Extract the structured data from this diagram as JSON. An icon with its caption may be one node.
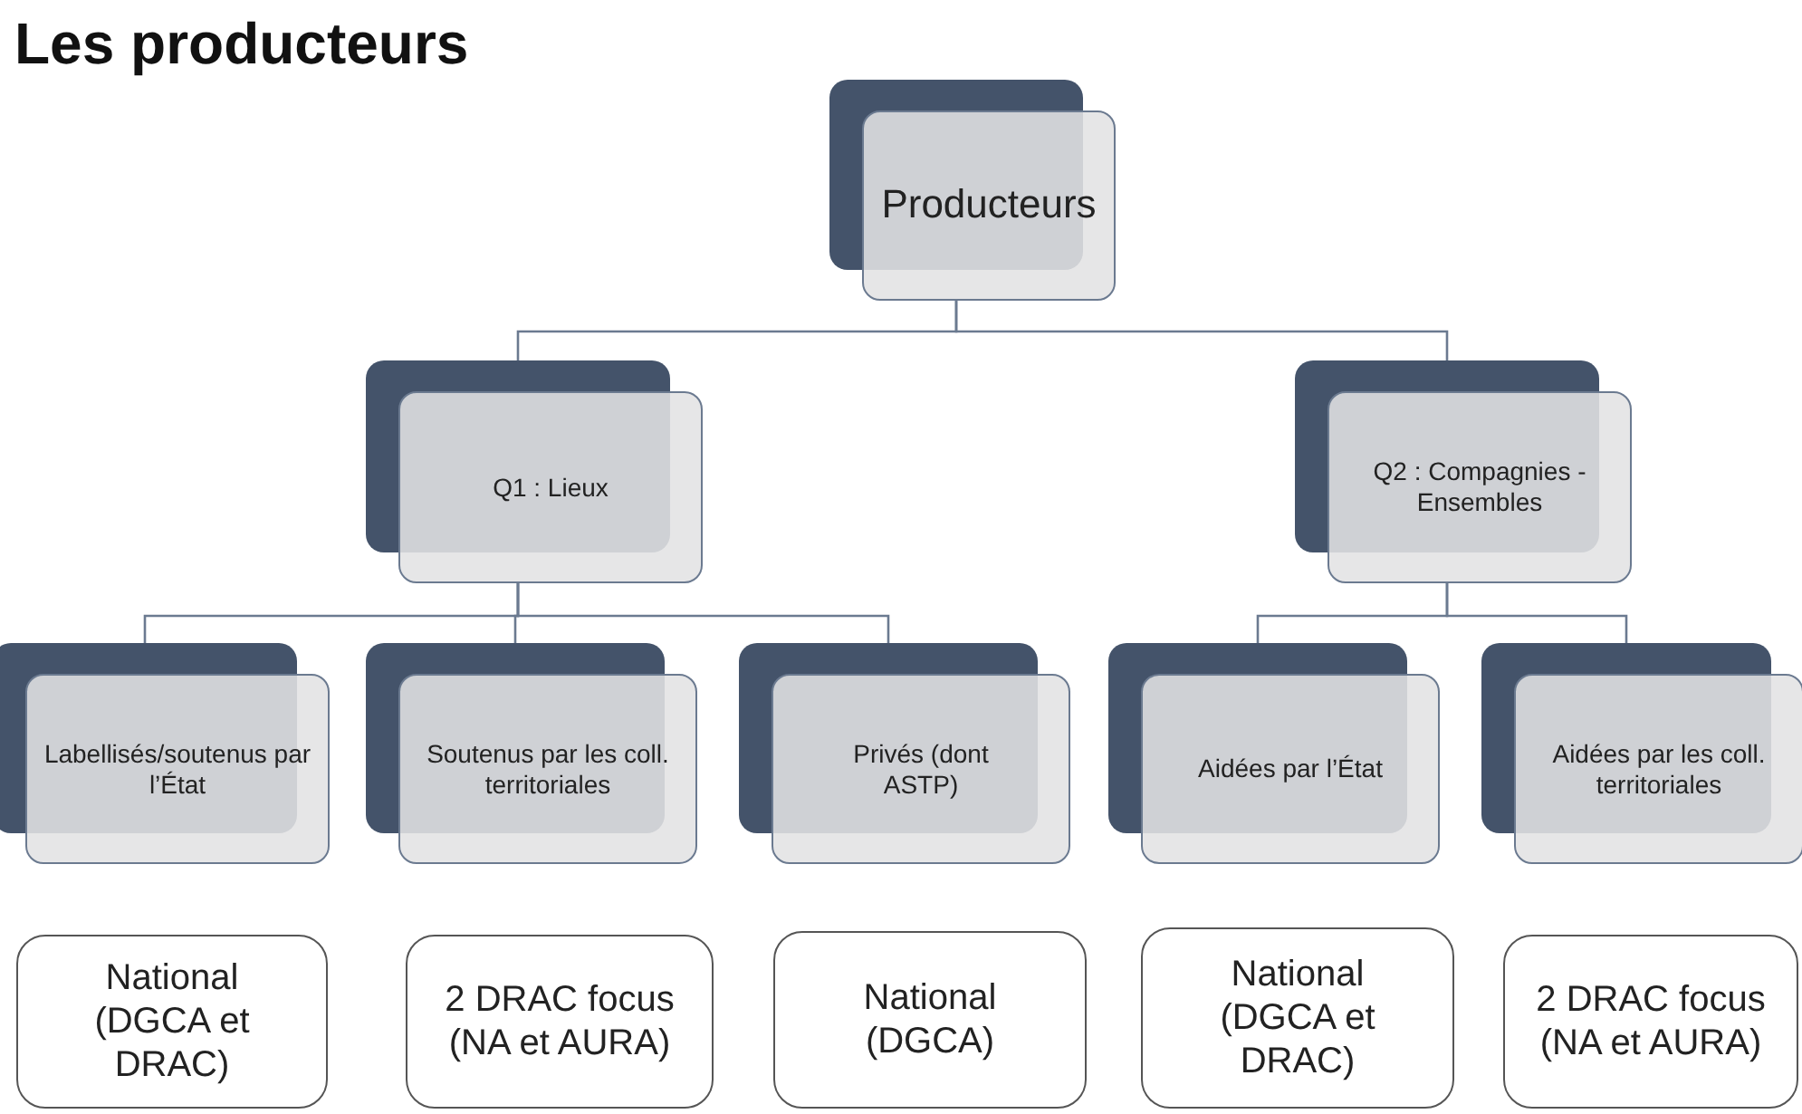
{
  "diagram": {
    "title": "Les producteurs",
    "nodes": [
      {
        "text": [
          "Producteurs"
        ]
      },
      {
        "text": [
          "Q1 : Lieux"
        ]
      },
      {
        "text": [
          "Q2 : Compagnies - Ensembles"
        ]
      },
      {
        "text": [
          "Labellisés/soutenus par l’État"
        ]
      },
      {
        "text": [
          "Soutenus par les coll. territoriales"
        ]
      },
      {
        "text": [
          "Privés (dont ASTP)"
        ]
      },
      {
        "text": [
          "Aidées par l’État"
        ]
      },
      {
        "text": [
          "Aidées par les coll. territoriales"
        ]
      },
      {
        "text": [
          "National (DGCA et DRAC)"
        ]
      },
      {
        "text": [
          "2 DRAC focus (NA et AURA)"
        ]
      },
      {
        "text": [
          "National (DGCA)"
        ]
      },
      {
        "text": [
          "National (DGCA et DRAC)"
        ]
      },
      {
        "text": [
          "2 DRAC focus (NA et AURA)"
        ]
      }
    ],
    "edges": [
      {
        "from": 0,
        "to": 1,
        "arrow": "none"
      },
      {
        "from": 0,
        "to": 2,
        "arrow": "none"
      },
      {
        "from": 1,
        "to": 3,
        "arrow": "none"
      },
      {
        "from": 1,
        "to": 4,
        "arrow": "none"
      },
      {
        "from": 1,
        "to": 5,
        "arrow": "none"
      },
      {
        "from": 2,
        "to": 6,
        "arrow": "none"
      },
      {
        "from": 2,
        "to": 7,
        "arrow": "none"
      }
    ]
  }
}
